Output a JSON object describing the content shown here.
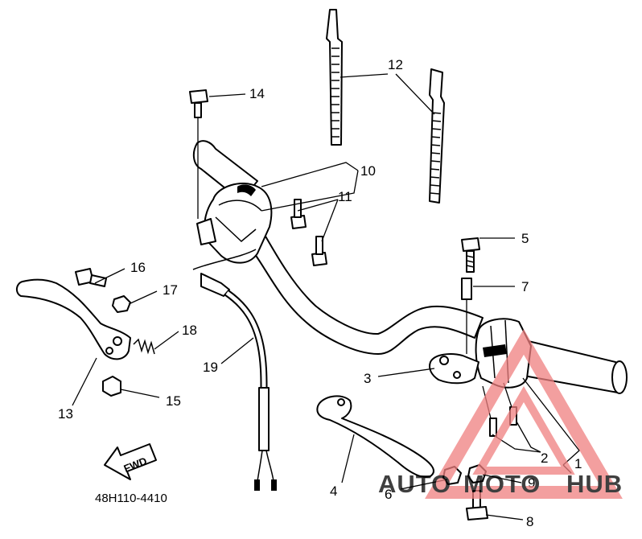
{
  "diagram": {
    "callouts": [
      "1",
      "2",
      "3",
      "4",
      "5",
      "6",
      "7",
      "8",
      "9",
      "10",
      "11",
      "12",
      "13",
      "14",
      "15",
      "16",
      "17",
      "18",
      "19"
    ],
    "drawing_code": "48H110-4410",
    "fwd_label": "FWD"
  },
  "watermark": {
    "text_auto": "AUTO",
    "text_moto": "MOTO",
    "text_hub": "HUB",
    "colors": {
      "auto": "#f5a25d",
      "moto": "#f5a25d",
      "hub": "#8c8c8c",
      "triangle": "#f08080"
    }
  }
}
